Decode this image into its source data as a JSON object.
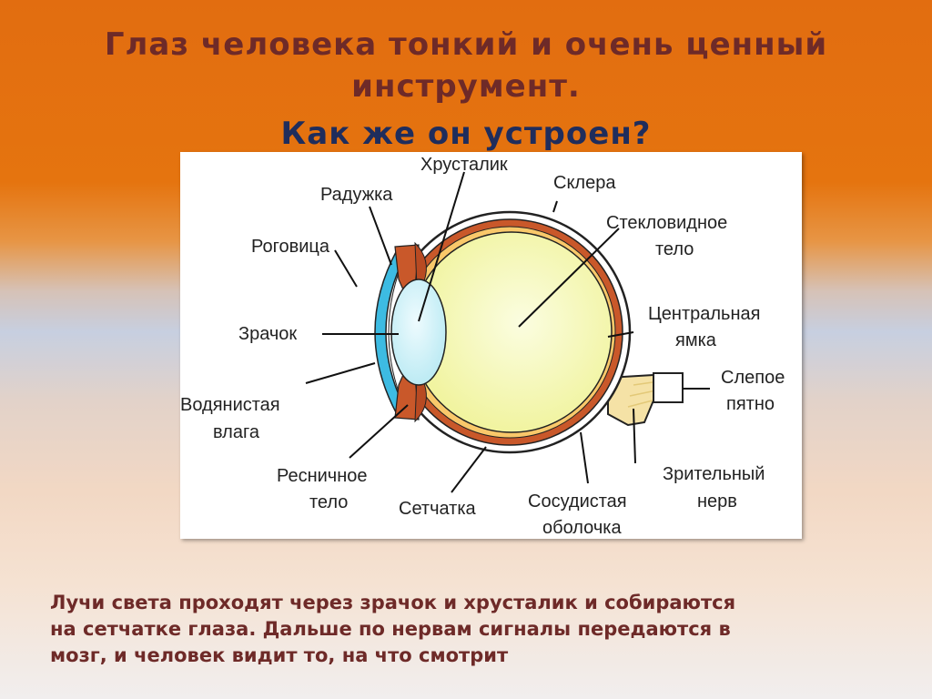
{
  "title": {
    "line1": "Глаз человека тонкий и очень ценный",
    "line2": "инструмент.",
    "line3": "Как же он устроен?"
  },
  "diagram": {
    "labels": {
      "lens": "Хрусталик",
      "iris": "Радужка",
      "sclera": "Склера",
      "vitreous_1": "Стекловидное",
      "vitreous_2": "тело",
      "cornea": "Роговица",
      "pupil": "Зрачок",
      "fovea_1": "Центральная",
      "fovea_2": "ямка",
      "blind_spot_1": "Слепое",
      "blind_spot_2": "пятно",
      "aqueous_1": "Водянистая",
      "aqueous_2": "влага",
      "optic_nerve_1": "Зрительный",
      "optic_nerve_2": "нерв",
      "ciliary_1": "Ресничное",
      "ciliary_2": "тело",
      "retina": "Сетчатка",
      "choroid_1": "Сосудистая",
      "choroid_2": "оболочка"
    },
    "colors": {
      "vitreous": "#f0f39a",
      "lens": "#b4e8f2",
      "cornea": "#3dbbe2",
      "choroid": "#c9582a",
      "nerve": "#f5e2a6"
    }
  },
  "caption": {
    "line1": "Лучи света проходят через зрачок и хрусталик и собираются",
    "line2": "на сетчатке глаза. Дальше по нервам сигналы передаются в",
    "line3": "мозг, и человек видит то, на что смотрит"
  }
}
